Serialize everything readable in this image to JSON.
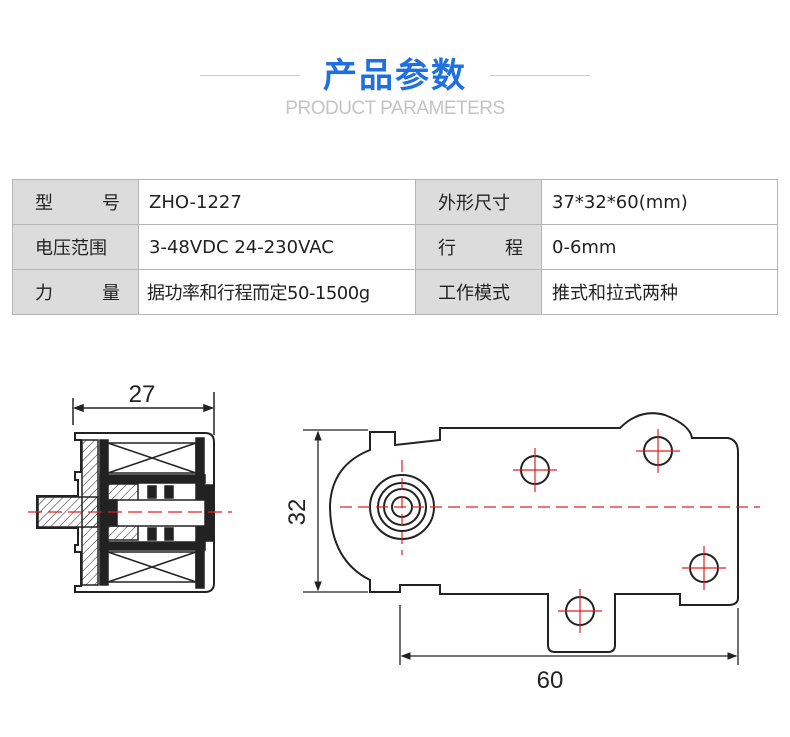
{
  "header": {
    "title": "产品参数",
    "subtitle": "PRODUCT PARAMETERS"
  },
  "colors": {
    "accent": "#1f6fe0",
    "centerline": "#e02020"
  },
  "params": [
    [
      {
        "label": "型号",
        "value": "ZHO-1227"
      },
      {
        "label": "外形尺寸",
        "value": "37*32*60(mm)"
      }
    ],
    [
      {
        "label": "电压范围",
        "value": "3-48VDC 24-230VAC"
      },
      {
        "label": "行程",
        "value": "0-6mm"
      }
    ],
    [
      {
        "label": "力量",
        "value": "据功率和行程而定50-1500g"
      },
      {
        "label": "工作模式",
        "value": "推式和拉式两种"
      }
    ]
  ],
  "params_display": [
    [
      [
        "型",
        "号"
      ],
      [
        "外形尺寸"
      ]
    ],
    [
      [
        "电压范围"
      ],
      [
        "行",
        "程"
      ]
    ],
    [
      [
        "力",
        "量"
      ],
      [
        "工作模式"
      ]
    ]
  ],
  "drawing": {
    "side_width": "27",
    "front_height": "32",
    "front_length": "60"
  }
}
